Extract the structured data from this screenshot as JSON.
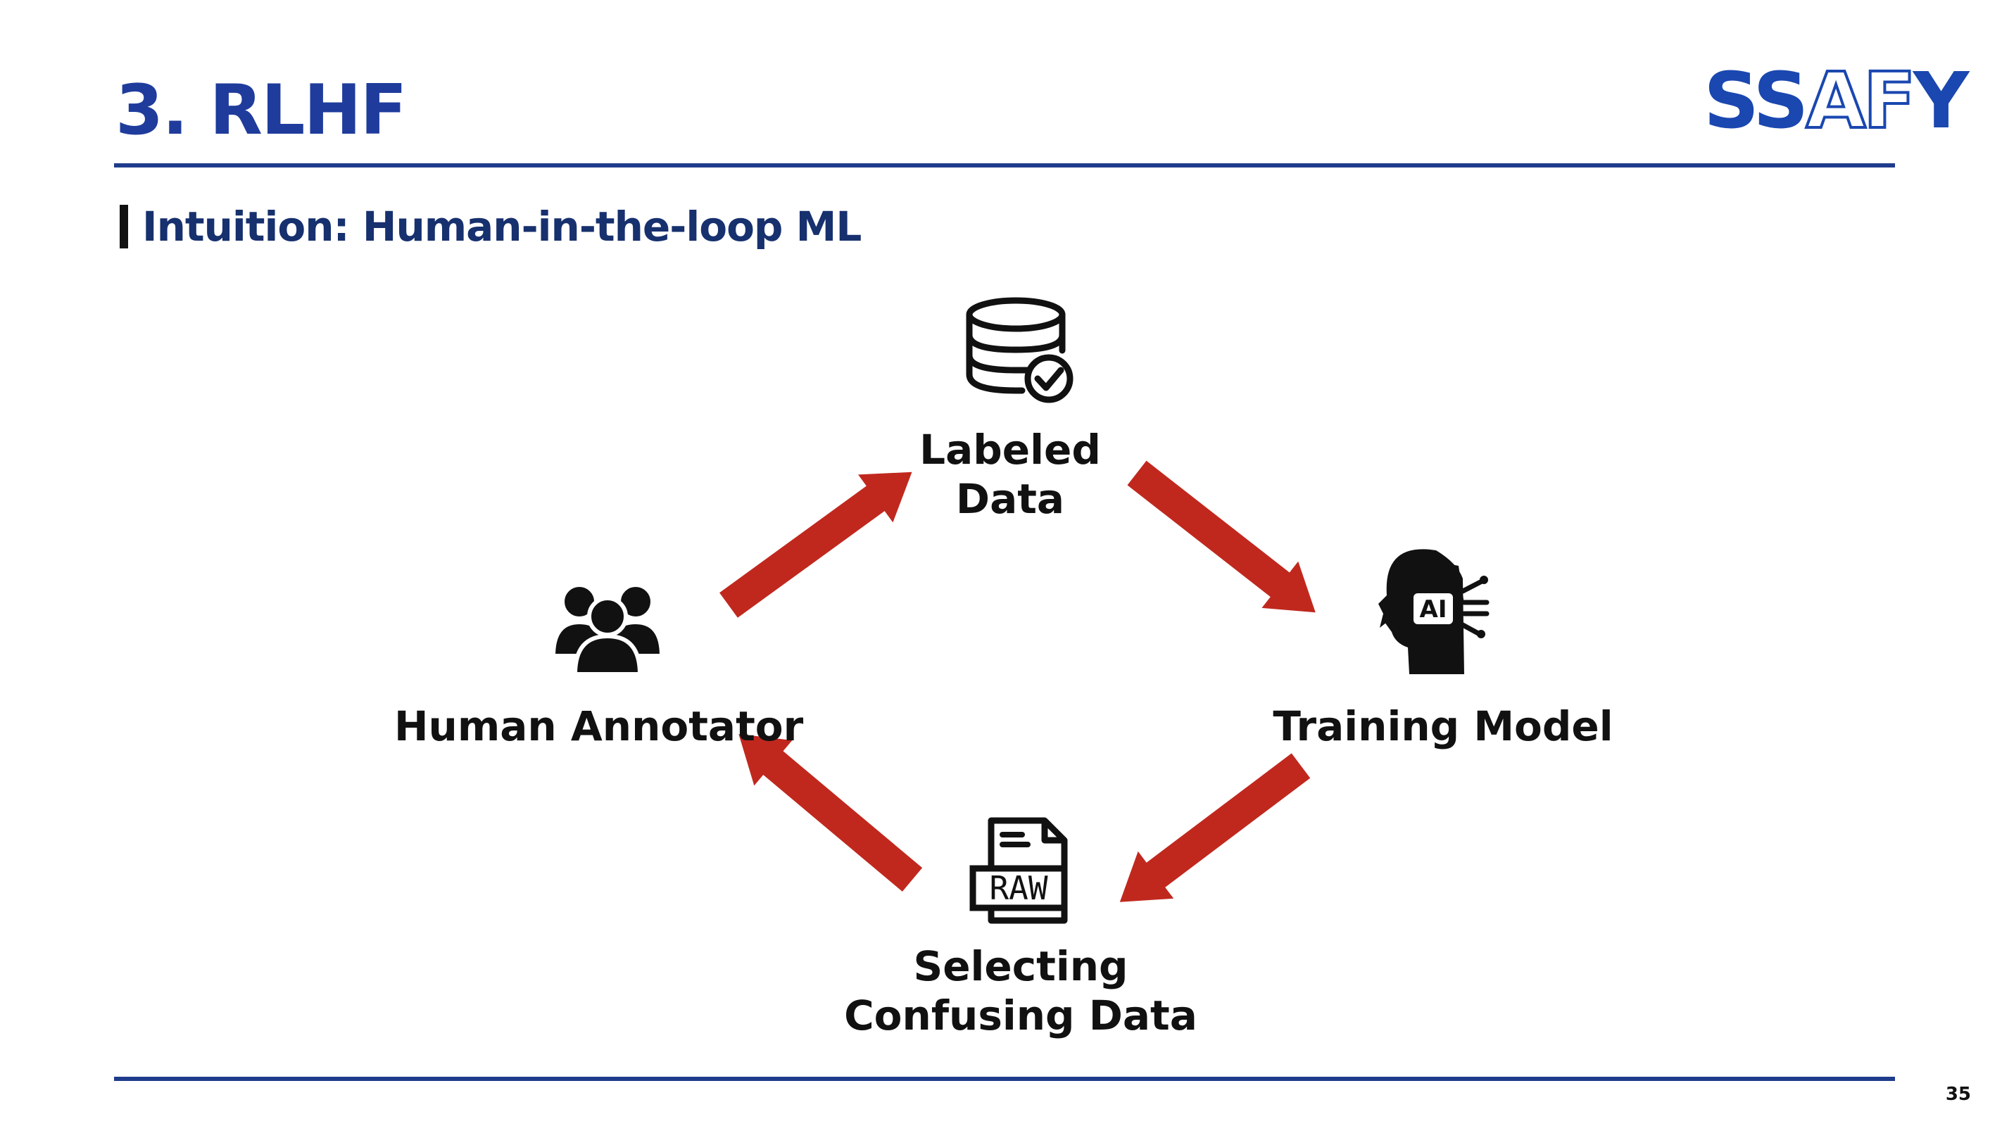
{
  "header": {
    "title": "3. RLHF",
    "logo": {
      "part1": "SS",
      "part2": "AF",
      "part3": "Y"
    },
    "subtitle": "Intuition: Human-in-the-loop ML"
  },
  "diagram": {
    "nodes": [
      {
        "id": "labeled-data",
        "icon": "database-check-icon",
        "label_lines": [
          "Labeled",
          "Data"
        ]
      },
      {
        "id": "training-model",
        "icon": "ai-head-icon",
        "icon_text": "AI",
        "label_lines": [
          "Training Model"
        ]
      },
      {
        "id": "selecting-confusing-data",
        "icon": "raw-file-icon",
        "icon_text": "RAW",
        "label_lines": [
          "Selecting",
          "Confusing Data"
        ]
      },
      {
        "id": "human-annotator",
        "icon": "people-group-icon",
        "label_lines": [
          "Human Annotator"
        ]
      }
    ],
    "arrow_color": "#c0281e"
  },
  "footer": {
    "page_number": "35"
  },
  "colors": {
    "title": "#1f3c9c",
    "rule": "#1f3c8c",
    "logo": "#1a47b0"
  }
}
